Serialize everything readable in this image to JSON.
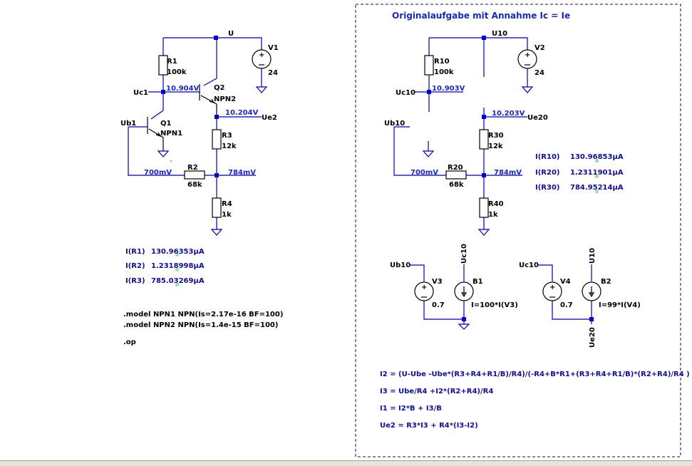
{
  "left": {
    "nets": {
      "U": "U",
      "Uc1": "Uc1",
      "Ub1": "Ub1",
      "Ue2": "Ue2"
    },
    "voltages": {
      "uc1": "10.904V",
      "ue2": "10.204V",
      "ub1": "700mV",
      "mid": "784mV"
    },
    "components": {
      "R1": {
        "name": "R1",
        "value": "100k"
      },
      "R2": {
        "name": "R2",
        "value": "68k"
      },
      "R3": {
        "name": "R3",
        "value": "12k"
      },
      "R4": {
        "name": "R4",
        "value": "1k"
      },
      "Q1": {
        "name": "Q1",
        "model": "NPN1"
      },
      "Q2": {
        "name": "Q2",
        "model": "NPN2"
      },
      "V1": {
        "name": "V1",
        "value": "24"
      }
    },
    "currents": [
      {
        "label": "I(R1)",
        "value": "130.96353µA"
      },
      {
        "label": "I(R2)",
        "value": "1.2318998µA"
      },
      {
        "label": "I(R3)",
        "value": "785.03269µA"
      }
    ],
    "directives": [
      ".model NPN1 NPN(Is=2.17e-16 BF=100)",
      ".model NPN2 NPN(Is=1.4e-15 BF=100)",
      ".op"
    ]
  },
  "right": {
    "title": "Originalaufgabe mit Annahme Ic = Ie",
    "nets": {
      "U10": "U10",
      "Uc10": "Uc10",
      "Ub10": "Ub10",
      "Ue20": "Ue20"
    },
    "voltages": {
      "uc10": "10.903V",
      "ue20": "10.203V",
      "ub10": "700mV",
      "mid": "784mV"
    },
    "components": {
      "R10": {
        "name": "R10",
        "value": "100k"
      },
      "R20": {
        "name": "R20",
        "value": "68k"
      },
      "R30": {
        "name": "R30",
        "value": "12k"
      },
      "R40": {
        "name": "R40",
        "value": "1k"
      },
      "V2": {
        "name": "V2",
        "value": "24"
      },
      "V3": {
        "name": "V3",
        "value": "0.7"
      },
      "V4": {
        "name": "V4",
        "value": "0.7"
      },
      "B1": {
        "name": "B1",
        "value": "I=100*I(V3)"
      },
      "B2": {
        "name": "B2",
        "value": "I=99*I(V4)"
      }
    },
    "currents": [
      {
        "label": "I(R10)",
        "value": "130.96853µA"
      },
      {
        "label": "I(R20)",
        "value": "1.2311901µA"
      },
      {
        "label": "I(R30)",
        "value": "784.95214µA"
      }
    ],
    "formulas": [
      "I2 = (U-Ube -Ube*(R3+R4+R1/B)/R4)/(-R4+B*R1+(R3+R4+R1/B)*(R2+R4)/R4 )",
      "I3 = Ube/R4 +I2*(R2+R4)/R4",
      "I1 = I2*B + I3/B",
      "Ue2 = R3*I3 + R4*(I3-I2)"
    ]
  }
}
